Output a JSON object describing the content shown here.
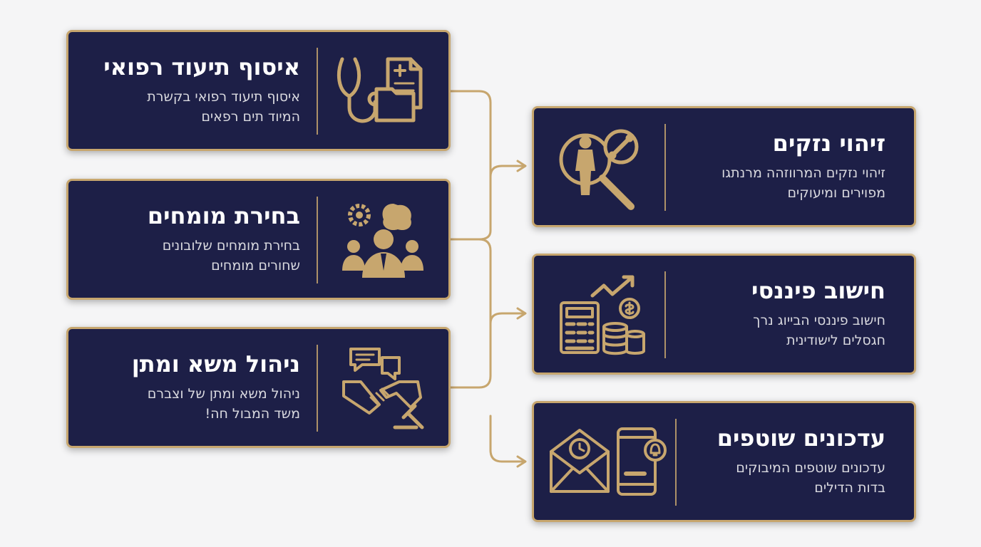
{
  "colors": {
    "card_bg": "#1d1f47",
    "gold": "#c7a66e",
    "title": "#ffffff",
    "text": "#d9d9df",
    "background": "#f5f5f6"
  },
  "left_cards": [
    {
      "title": "איסוף תיעוד רפואי",
      "lines": [
        "איסוף תיעוד רפואי בקשרת",
        "המיוד תים רפאים"
      ],
      "icon": "stethoscope-medical-file-icon"
    },
    {
      "title": "בחירת מומחים",
      "lines": [
        "בחירת מומחים שלובונים",
        "שחורים מומחים"
      ],
      "icon": "experts-team-icon"
    },
    {
      "title": "ניהול משא ומתן",
      "lines": [
        "ניהול משא ומתן של וצברם",
        "משד המבול חה!"
      ],
      "icon": "handshake-negotiation-icon"
    }
  ],
  "right_cards": [
    {
      "title": "זיהוי נזקים",
      "lines": [
        "זיהוי נזקים המרווזהה מרנתגו",
        "מפוירים ומיעוקים"
      ],
      "icon": "magnifier-body-bone-icon"
    },
    {
      "title": "חישוב פיננסי",
      "lines": [
        "חישוב פיננסי הבייוג נרך",
        "חגסלים לישודינית"
      ],
      "icon": "calculator-coins-growth-icon"
    },
    {
      "title": "עדכונים שוטפים",
      "lines": [
        "עדכונים שוטפים המיבוקים",
        "בדות הדילים"
      ],
      "icon": "envelope-phone-notification-icon"
    }
  ]
}
